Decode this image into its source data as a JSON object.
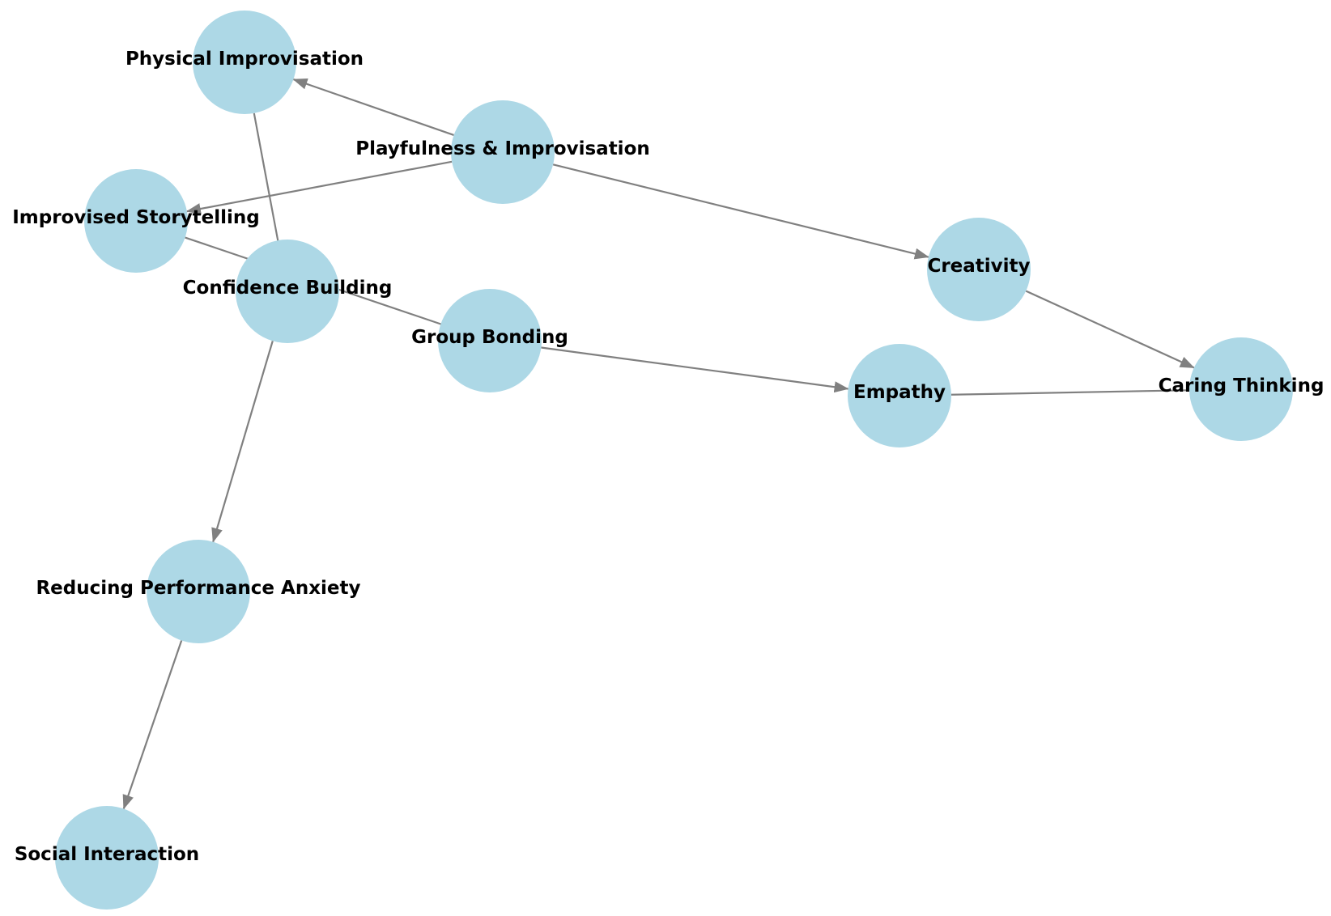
{
  "colors": {
    "node_fill": "#add8e6",
    "edge": "#808080",
    "label": "#000000",
    "background": "#ffffff"
  },
  "nodes": [
    {
      "id": "physical",
      "label": "Physical Improvisation"
    },
    {
      "id": "playfulness",
      "label": "Playfulness & Improvisation"
    },
    {
      "id": "storytelling",
      "label": "Improvised Storytelling"
    },
    {
      "id": "confidence",
      "label": "Confidence Building"
    },
    {
      "id": "creativity",
      "label": "Creativity"
    },
    {
      "id": "group",
      "label": "Group Bonding"
    },
    {
      "id": "empathy",
      "label": "Empathy"
    },
    {
      "id": "caring",
      "label": "Caring Thinking"
    },
    {
      "id": "anxiety",
      "label": "Reducing Performance Anxiety"
    },
    {
      "id": "social",
      "label": "Social Interaction"
    }
  ],
  "edges": [
    {
      "from": "playfulness",
      "to": "physical"
    },
    {
      "from": "playfulness",
      "to": "storytelling"
    },
    {
      "from": "playfulness",
      "to": "creativity"
    },
    {
      "from": "physical",
      "to": "confidence"
    },
    {
      "from": "storytelling",
      "to": "group"
    },
    {
      "from": "confidence",
      "to": "anxiety"
    },
    {
      "from": "group",
      "to": "empathy"
    },
    {
      "from": "creativity",
      "to": "caring"
    },
    {
      "from": "empathy",
      "to": "caring"
    },
    {
      "from": "anxiety",
      "to": "social"
    }
  ]
}
